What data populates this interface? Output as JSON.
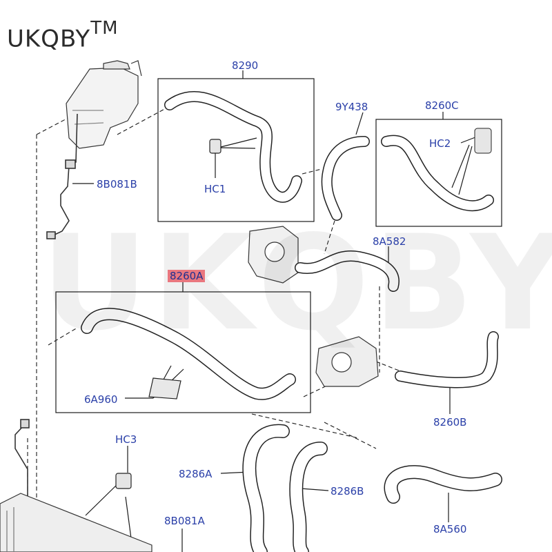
{
  "brand": {
    "name": "UKQBY",
    "mark": "TM"
  },
  "watermark": "UKQBY",
  "colors": {
    "label": "#2a3fa8",
    "highlight": "#e9777f",
    "line": "#1a1a1a"
  },
  "labels": {
    "p8290": "8290",
    "p9Y438": "9Y438",
    "p8260C": "8260C",
    "hc2": "HC2",
    "hc1": "HC1",
    "p8B081B": "8B081B",
    "p8A582": "8A582",
    "p8260A": "8260A",
    "p6A960": "6A960",
    "p8260B": "8260B",
    "hc3": "HC3",
    "p8286A": "8286A",
    "p8286B": "8286B",
    "p8B081A": "8B081A",
    "p8A560": "8A560"
  }
}
